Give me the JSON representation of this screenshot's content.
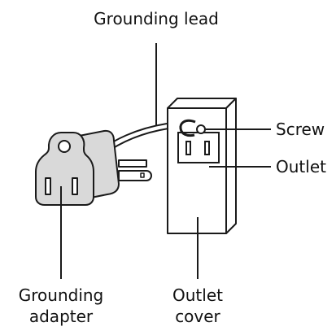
{
  "diagram": {
    "labels": {
      "grounding_lead": "Grounding lead",
      "screw": "Screw",
      "outlet": "Outlet",
      "grounding_adapter_line1": "Grounding",
      "grounding_adapter_line2": "adapter",
      "outlet_cover_line1": "Outlet",
      "outlet_cover_line2": "cover"
    },
    "colors": {
      "line": "#1a1a1a",
      "adapter_fill": "#d9d9d9",
      "cover_fill": "#ffffff",
      "background": "#ffffff"
    }
  }
}
